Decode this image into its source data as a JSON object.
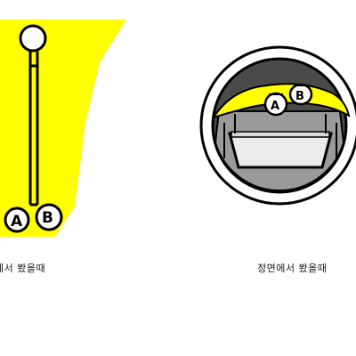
{
  "captions": {
    "side_view": "에서 봤을때",
    "front_view": "정면에서 봤을때"
  },
  "labels": {
    "a": "A",
    "b": "B"
  },
  "colors": {
    "light_beam": "#ffff00",
    "outline": "#000000",
    "dark_ring": "#4a4a4a",
    "gray_fill": "#9a9a9a",
    "light_fill": "#ececec",
    "white": "#ffffff"
  }
}
